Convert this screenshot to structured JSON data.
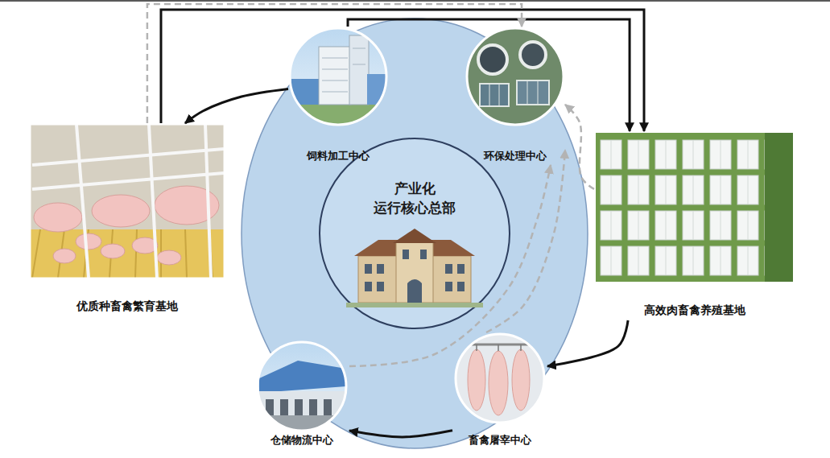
{
  "diagram": {
    "nodes": [
      {
        "text": [
          "饲料加工中心"
        ]
      },
      {
        "text": [
          "环保处理中心"
        ]
      },
      {
        "text": [
          "优质种畜禽繁育基地"
        ]
      },
      {
        "text": [
          "产业化 运行核心总部"
        ]
      },
      {
        "text": [
          "高效肉畜禽养殖基地"
        ]
      },
      {
        "text": [
          "仓储物流中心"
        ]
      },
      {
        "text": [
          "畜禽屠宰中心"
        ]
      }
    ],
    "edges": [
      {
        "from": 0,
        "to": 2,
        "arrow": "to"
      },
      {
        "from": 0,
        "to": 4,
        "arrow": "to"
      },
      {
        "from": 2,
        "to": 4,
        "arrow": "to"
      },
      {
        "from": 2,
        "to": 1,
        "arrow": "to"
      },
      {
        "from": 4,
        "to": 6,
        "arrow": "to"
      },
      {
        "from": 6,
        "to": 5,
        "arrow": "to"
      },
      {
        "from": 4,
        "to": 1,
        "arrow": "to"
      },
      {
        "from": 6,
        "to": 1,
        "arrow": "to"
      },
      {
        "from": 5,
        "to": 1,
        "arrow": "to"
      }
    ]
  }
}
